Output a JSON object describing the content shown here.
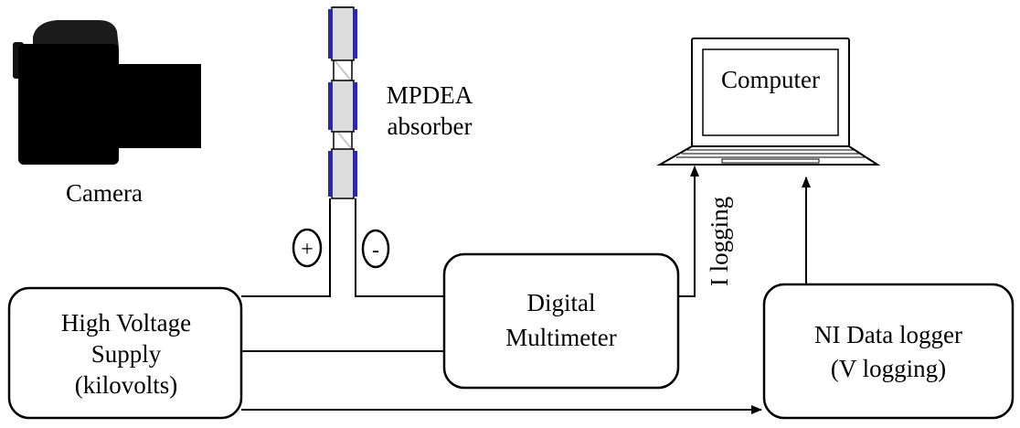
{
  "camera": {
    "label": "Camera",
    "icon": "camera-icon"
  },
  "absorber": {
    "label_line1": "MPDEA",
    "label_line2": "absorber",
    "icon": "absorber-stack-icon"
  },
  "terminals": {
    "positive": "+",
    "negative": "-"
  },
  "computer": {
    "label": "Computer",
    "icon": "laptop-icon"
  },
  "hv_supply": {
    "line1": "High Voltage",
    "line2": "Supply",
    "line3": "(kilovolts)"
  },
  "multimeter": {
    "line1": "Digital",
    "line2": "Multimeter"
  },
  "data_logger": {
    "line1": "NI Data logger",
    "line2": "(V logging)"
  },
  "signals": {
    "current_logging": "I logging"
  },
  "colors": {
    "line": "#000000",
    "electrode": "#2a2aa8",
    "plate": "#dcdcdc",
    "camera_body": "#000000"
  }
}
